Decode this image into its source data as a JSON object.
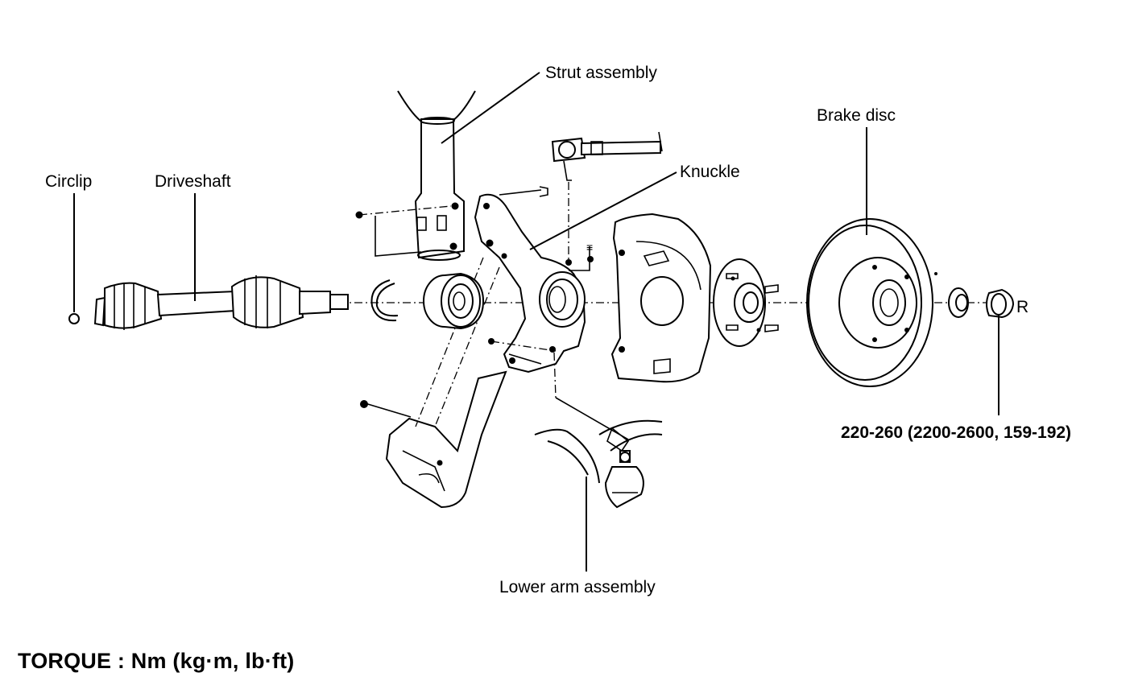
{
  "labels": {
    "strut_assembly": "Strut assembly",
    "brake_disc": "Brake disc",
    "knuckle": "Knuckle",
    "circlip": "Circlip",
    "driveshaft": "Driveshaft",
    "lower_arm_assembly": "Lower arm assembly",
    "hub_nut_torque": "220-260 (2200-2600, 159-192)",
    "hub_nut_mark": "R"
  },
  "torque_note": "TORQUE : Nm (kg·m, lb·ft)"
}
